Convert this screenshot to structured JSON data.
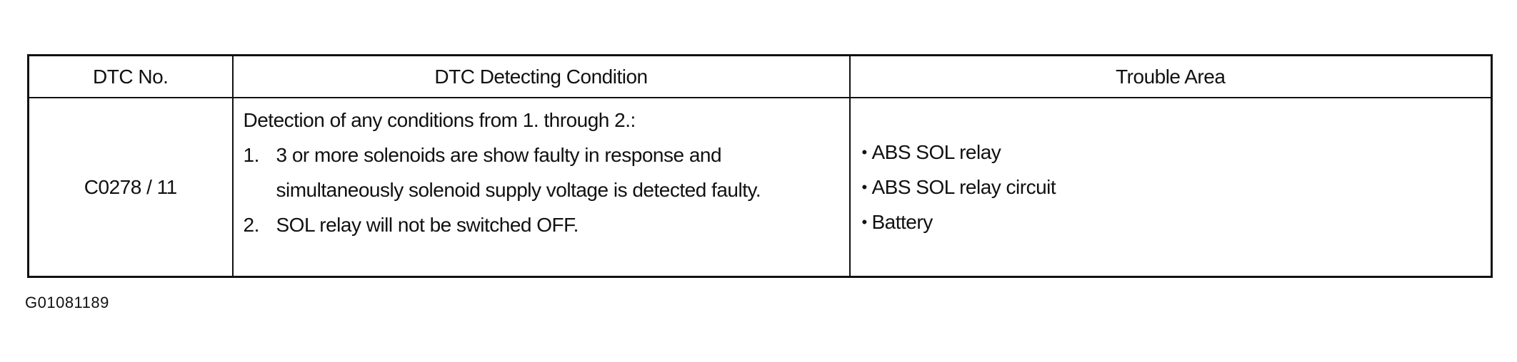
{
  "table": {
    "headers": {
      "dtc_no": "DTC No.",
      "condition": "DTC Detecting Condition",
      "trouble_area": "Trouble Area"
    },
    "row": {
      "dtc_no": "C0278 / 11",
      "condition_intro": "Detection of any conditions from 1. through 2.:",
      "conditions": [
        {
          "num": "1.",
          "text": "3 or more solenoids are show faulty in response and simultaneously solenoid supply voltage is detected faulty."
        },
        {
          "num": "2.",
          "text": "SOL relay  will not be switched OFF."
        }
      ],
      "trouble_areas": [
        "ABS SOL relay",
        "ABS SOL relay circuit",
        "Battery"
      ]
    }
  },
  "figure_id": "G01081189"
}
